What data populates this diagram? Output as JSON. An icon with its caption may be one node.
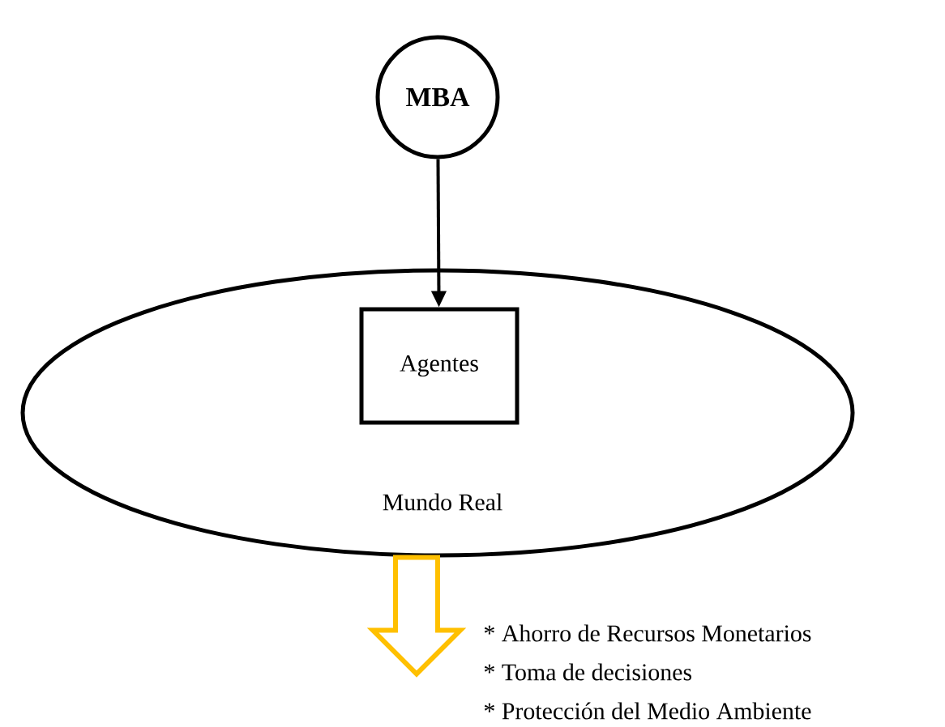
{
  "diagram": {
    "nodes": [
      {
        "text": [
          "MBA"
        ]
      },
      {
        "text": [
          "Mundo Real"
        ]
      },
      {
        "text": [
          "Agentes"
        ],
        "in": 1
      }
    ],
    "edges": [
      {
        "from": 0,
        "to": 2,
        "arrow": "to"
      },
      {
        "from": 1,
        "to": null,
        "arrow": "to",
        "style": "thick",
        "color": "#ffc000"
      }
    ],
    "labels": [
      "* Ahorro de Recursos Monetarios",
      "* Toma de decisiones",
      "* Protección del Medio Ambiente"
    ]
  }
}
